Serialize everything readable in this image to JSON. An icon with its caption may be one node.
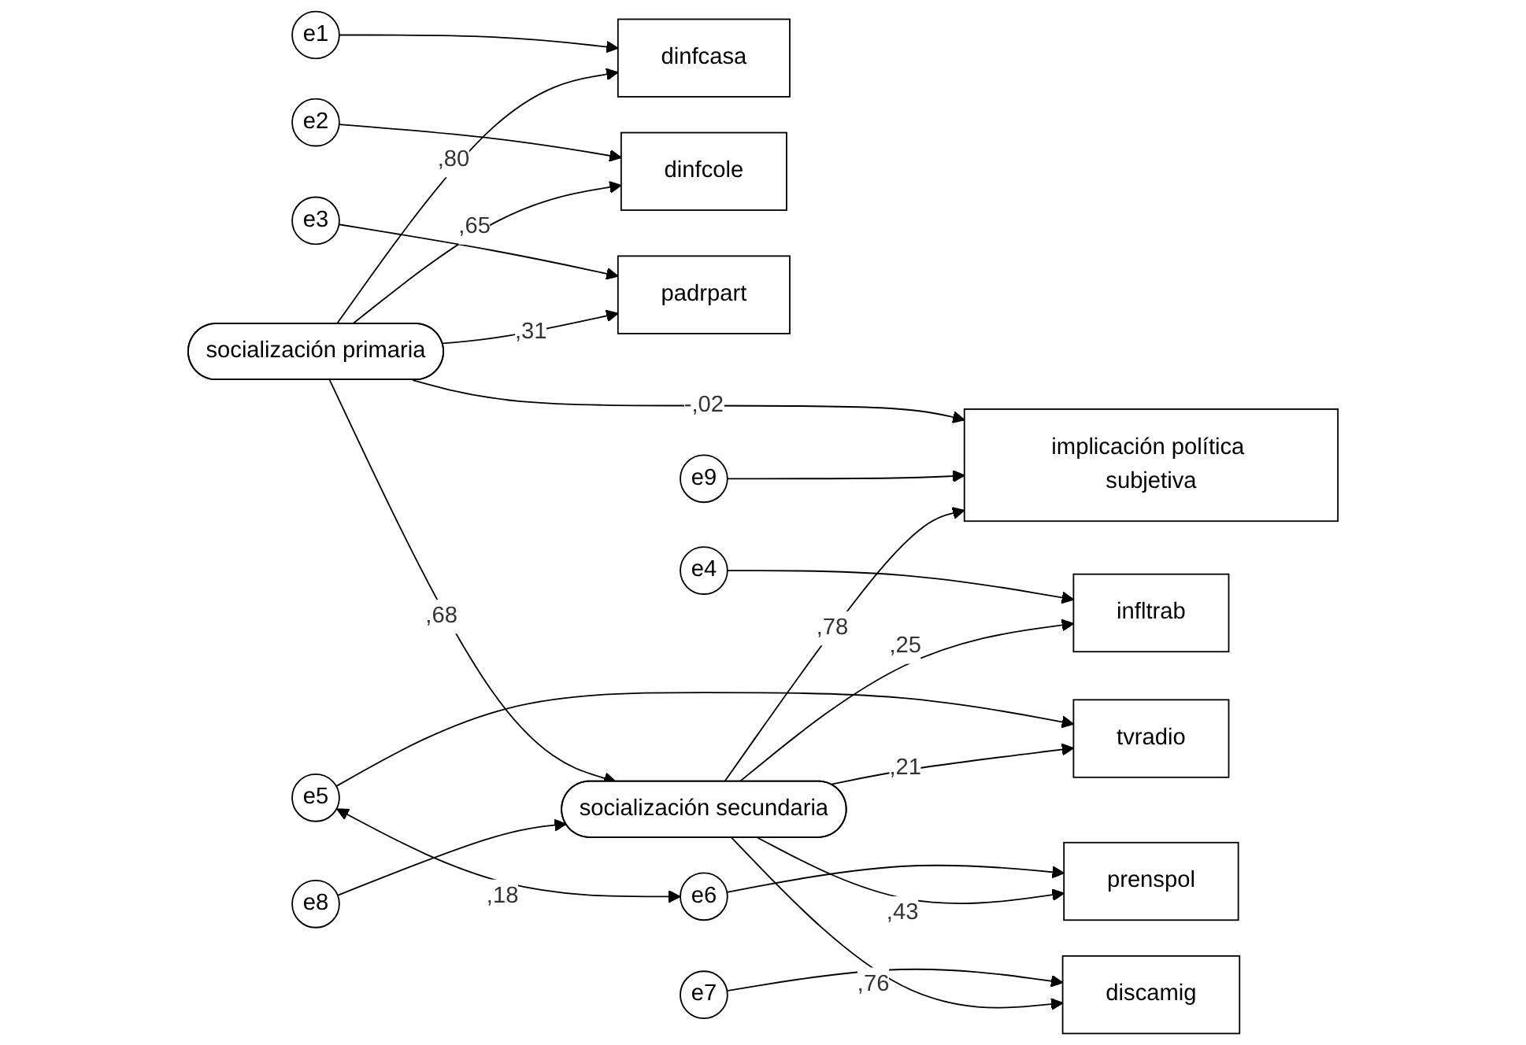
{
  "diagram": {
    "nodes": [
      {
        "text": [
          "e1"
        ]
      },
      {
        "text": [
          "e2"
        ]
      },
      {
        "text": [
          "e3"
        ]
      },
      {
        "text": [
          "dinfcasa"
        ]
      },
      {
        "text": [
          "dinfcole"
        ]
      },
      {
        "text": [
          "padrpart"
        ]
      },
      {
        "text": [
          "socialización primaria"
        ]
      },
      {
        "text": [
          "e9"
        ]
      },
      {
        "text": [
          "implicación política subjetiva"
        ]
      },
      {
        "text": [
          "e4"
        ]
      },
      {
        "text": [
          "infltrab"
        ]
      },
      {
        "text": [
          "e5"
        ]
      },
      {
        "text": [
          "tvradio"
        ]
      },
      {
        "text": [
          "socialización secundaria"
        ]
      },
      {
        "text": [
          "e6"
        ]
      },
      {
        "text": [
          "prenspol"
        ]
      },
      {
        "text": [
          "e7"
        ]
      },
      {
        "text": [
          "discamig"
        ]
      },
      {
        "text": [
          "e8"
        ]
      }
    ],
    "edges": [
      {
        "from": 0,
        "to": 3,
        "arrow": "to"
      },
      {
        "from": 1,
        "to": 4,
        "arrow": "to"
      },
      {
        "from": 2,
        "to": 5,
        "arrow": "to"
      },
      {
        "from": 6,
        "to": 3,
        "label": ",80",
        "arrow": "to"
      },
      {
        "from": 6,
        "to": 4,
        "label": ",65",
        "arrow": "to"
      },
      {
        "from": 6,
        "to": 5,
        "label": ",31",
        "arrow": "to"
      },
      {
        "from": 6,
        "to": 8,
        "label": "-,02",
        "arrow": "to"
      },
      {
        "from": 7,
        "to": 8,
        "arrow": "to"
      },
      {
        "from": 6,
        "to": 13,
        "label": ",68",
        "arrow": "to"
      },
      {
        "from": 13,
        "to": 8,
        "label": ",78",
        "arrow": "to"
      },
      {
        "from": 9,
        "to": 10,
        "arrow": "to"
      },
      {
        "from": 11,
        "to": 12,
        "arrow": "to"
      },
      {
        "from": 14,
        "to": 15,
        "arrow": "to"
      },
      {
        "from": 16,
        "to": 17,
        "arrow": "to"
      },
      {
        "from": 13,
        "to": 10,
        "label": ",25",
        "arrow": "to"
      },
      {
        "from": 13,
        "to": 12,
        "label": ",21",
        "arrow": "to"
      },
      {
        "from": 13,
        "to": 15,
        "label": ",43",
        "arrow": "to"
      },
      {
        "from": 13,
        "to": 17,
        "label": ",76",
        "arrow": "to"
      },
      {
        "from": 11,
        "to": 14,
        "label": ",18",
        "arrow": "both"
      },
      {
        "from": 18,
        "to": 13,
        "arrow": "to"
      }
    ]
  }
}
